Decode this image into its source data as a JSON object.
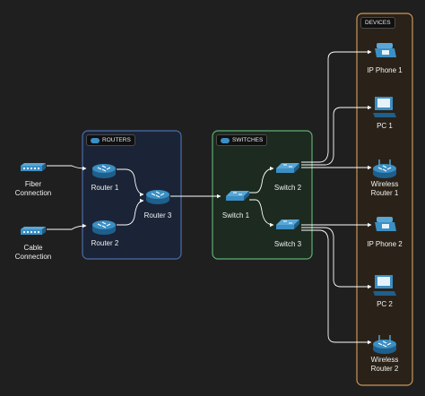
{
  "groups": {
    "routers": {
      "label": "ROUTERS",
      "stroke": "#4a6da8",
      "fill": "#1b2436"
    },
    "switches": {
      "label": "SWITCHES",
      "stroke": "#5fae72",
      "fill": "#1c2a20"
    },
    "devices": {
      "label": "DEVICES",
      "stroke": "#c9955a",
      "fill": "#2a2218"
    }
  },
  "nodes": {
    "fiber": {
      "label": "Fiber\nConnection",
      "icon": "modem-icon"
    },
    "cable": {
      "label": "Cable\nConnection",
      "icon": "modem-icon"
    },
    "router1": {
      "label": "Router 1",
      "icon": "router-icon"
    },
    "router2": {
      "label": "Router 2",
      "icon": "router-icon"
    },
    "router3": {
      "label": "Router 3",
      "icon": "router-icon"
    },
    "switch1": {
      "label": "Switch 1",
      "icon": "switch-icon"
    },
    "switch2": {
      "label": "Switch 2",
      "icon": "switch-icon"
    },
    "switch3": {
      "label": "Switch 3",
      "icon": "switch-icon"
    },
    "ipphone1": {
      "label": "IP Phone 1",
      "icon": "ip-phone-icon"
    },
    "pc1": {
      "label": "PC 1",
      "icon": "pc-icon"
    },
    "wrouter1": {
      "label": "Wireless\nRouter 1",
      "icon": "wireless-router-icon"
    },
    "ipphone2": {
      "label": "IP Phone 2",
      "icon": "ip-phone-icon"
    },
    "pc2": {
      "label": "PC 2",
      "icon": "pc-icon"
    },
    "wrouter2": {
      "label": "Wireless\nRouter 2",
      "icon": "wireless-router-icon"
    }
  },
  "colors": {
    "icon_blue": "#3b8fc4",
    "icon_dark": "#1e5f8c",
    "edge": "#ffffff",
    "background": "#1f1f1f"
  }
}
